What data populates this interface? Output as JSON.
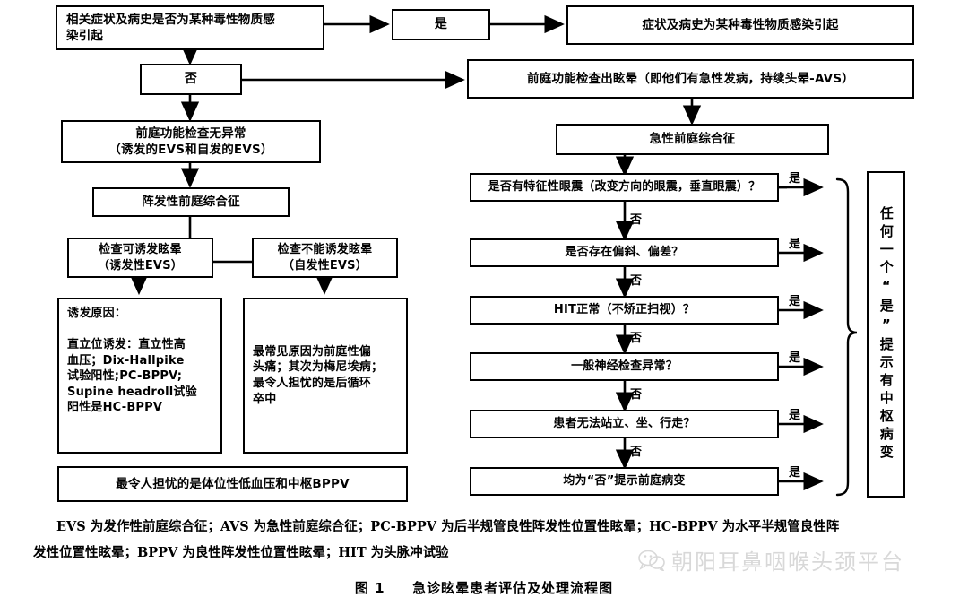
{
  "figure": {
    "caption_number": "图 1",
    "caption_title": "急诊眩晕患者评估及处理流程图"
  },
  "nodes": {
    "toxic_question": "相关症状及病史是否为某种毒性物质感\n染引起",
    "yes_small": "是",
    "no_small": "否",
    "toxic_confirmed": "症状及病史为某种毒性物质感染引起",
    "avs_detected": "前庭功能检查出眩晕（即他们有急性发病，持续头晕-AVS）",
    "vestibular_normal": "前庭功能检查无异常\n（诱发的EVS和自发的EVS）",
    "evs_paroxysmal": "阵发性前庭综合征",
    "avs_syndrome": "急性前庭综合征",
    "triggerable": "检查可诱发眩晕\n（诱发性EVS）",
    "nontriggerable": "检查不能诱发眩晕\n（自发性EVS）",
    "trigger_causes": "诱发原因：\n\n直立位诱发：直立性高\n血压；Dix-Hallpike\n试验阳性;PC-BPPV;\nSupine headroll试验\n阳性是HC-BPPV",
    "spontaneous_causes": "最常见原因为前庭性偏\n头痛；其次为梅尼埃病；\n最令人担忧的是后循环\n卒中",
    "most_worrying": "最令人担忧的是体位性低血压和中枢BPPV",
    "q1": "是否有特征性眼震（改变方向的眼震，垂直眼震）？",
    "q2": "是否存在偏斜、偏差？",
    "q3": "HIT正常（不矫正扫视）？",
    "q4": "一般神经检查异常？",
    "q5": "患者无法站立、坐、行走？",
    "q6": "均为“否”提示前庭病变",
    "central_lesion": "任何一个“是”提示有中枢病变"
  },
  "edge_labels": {
    "yes": "是",
    "no": "否",
    "no_1": "否",
    "no_2": "否",
    "no_3": "否",
    "no_4": "否",
    "no_5": "否",
    "yes_1": "是",
    "yes_2": "是",
    "yes_3": "是",
    "yes_4": "是",
    "yes_5": "是",
    "yes_6": "是"
  },
  "footnote": {
    "line1": "EVS 为发作性前庭综合征；AVS 为急性前庭综合征；PC-BPPV 为后半规管良性阵发性位置性眩晕；HC-BPPV 为水平半规管良性阵",
    "line2": "发性位置性眩晕；BPPV 为良性阵发性位置性眩晕；HIT 为头脉冲试验"
  },
  "watermark": {
    "text": "朝阳耳鼻咽喉头颈平台",
    "icon": "wechat-icon"
  },
  "colors": {
    "stroke": "#000000",
    "background": "#ffffff",
    "watermark": "#d8d8d8"
  }
}
